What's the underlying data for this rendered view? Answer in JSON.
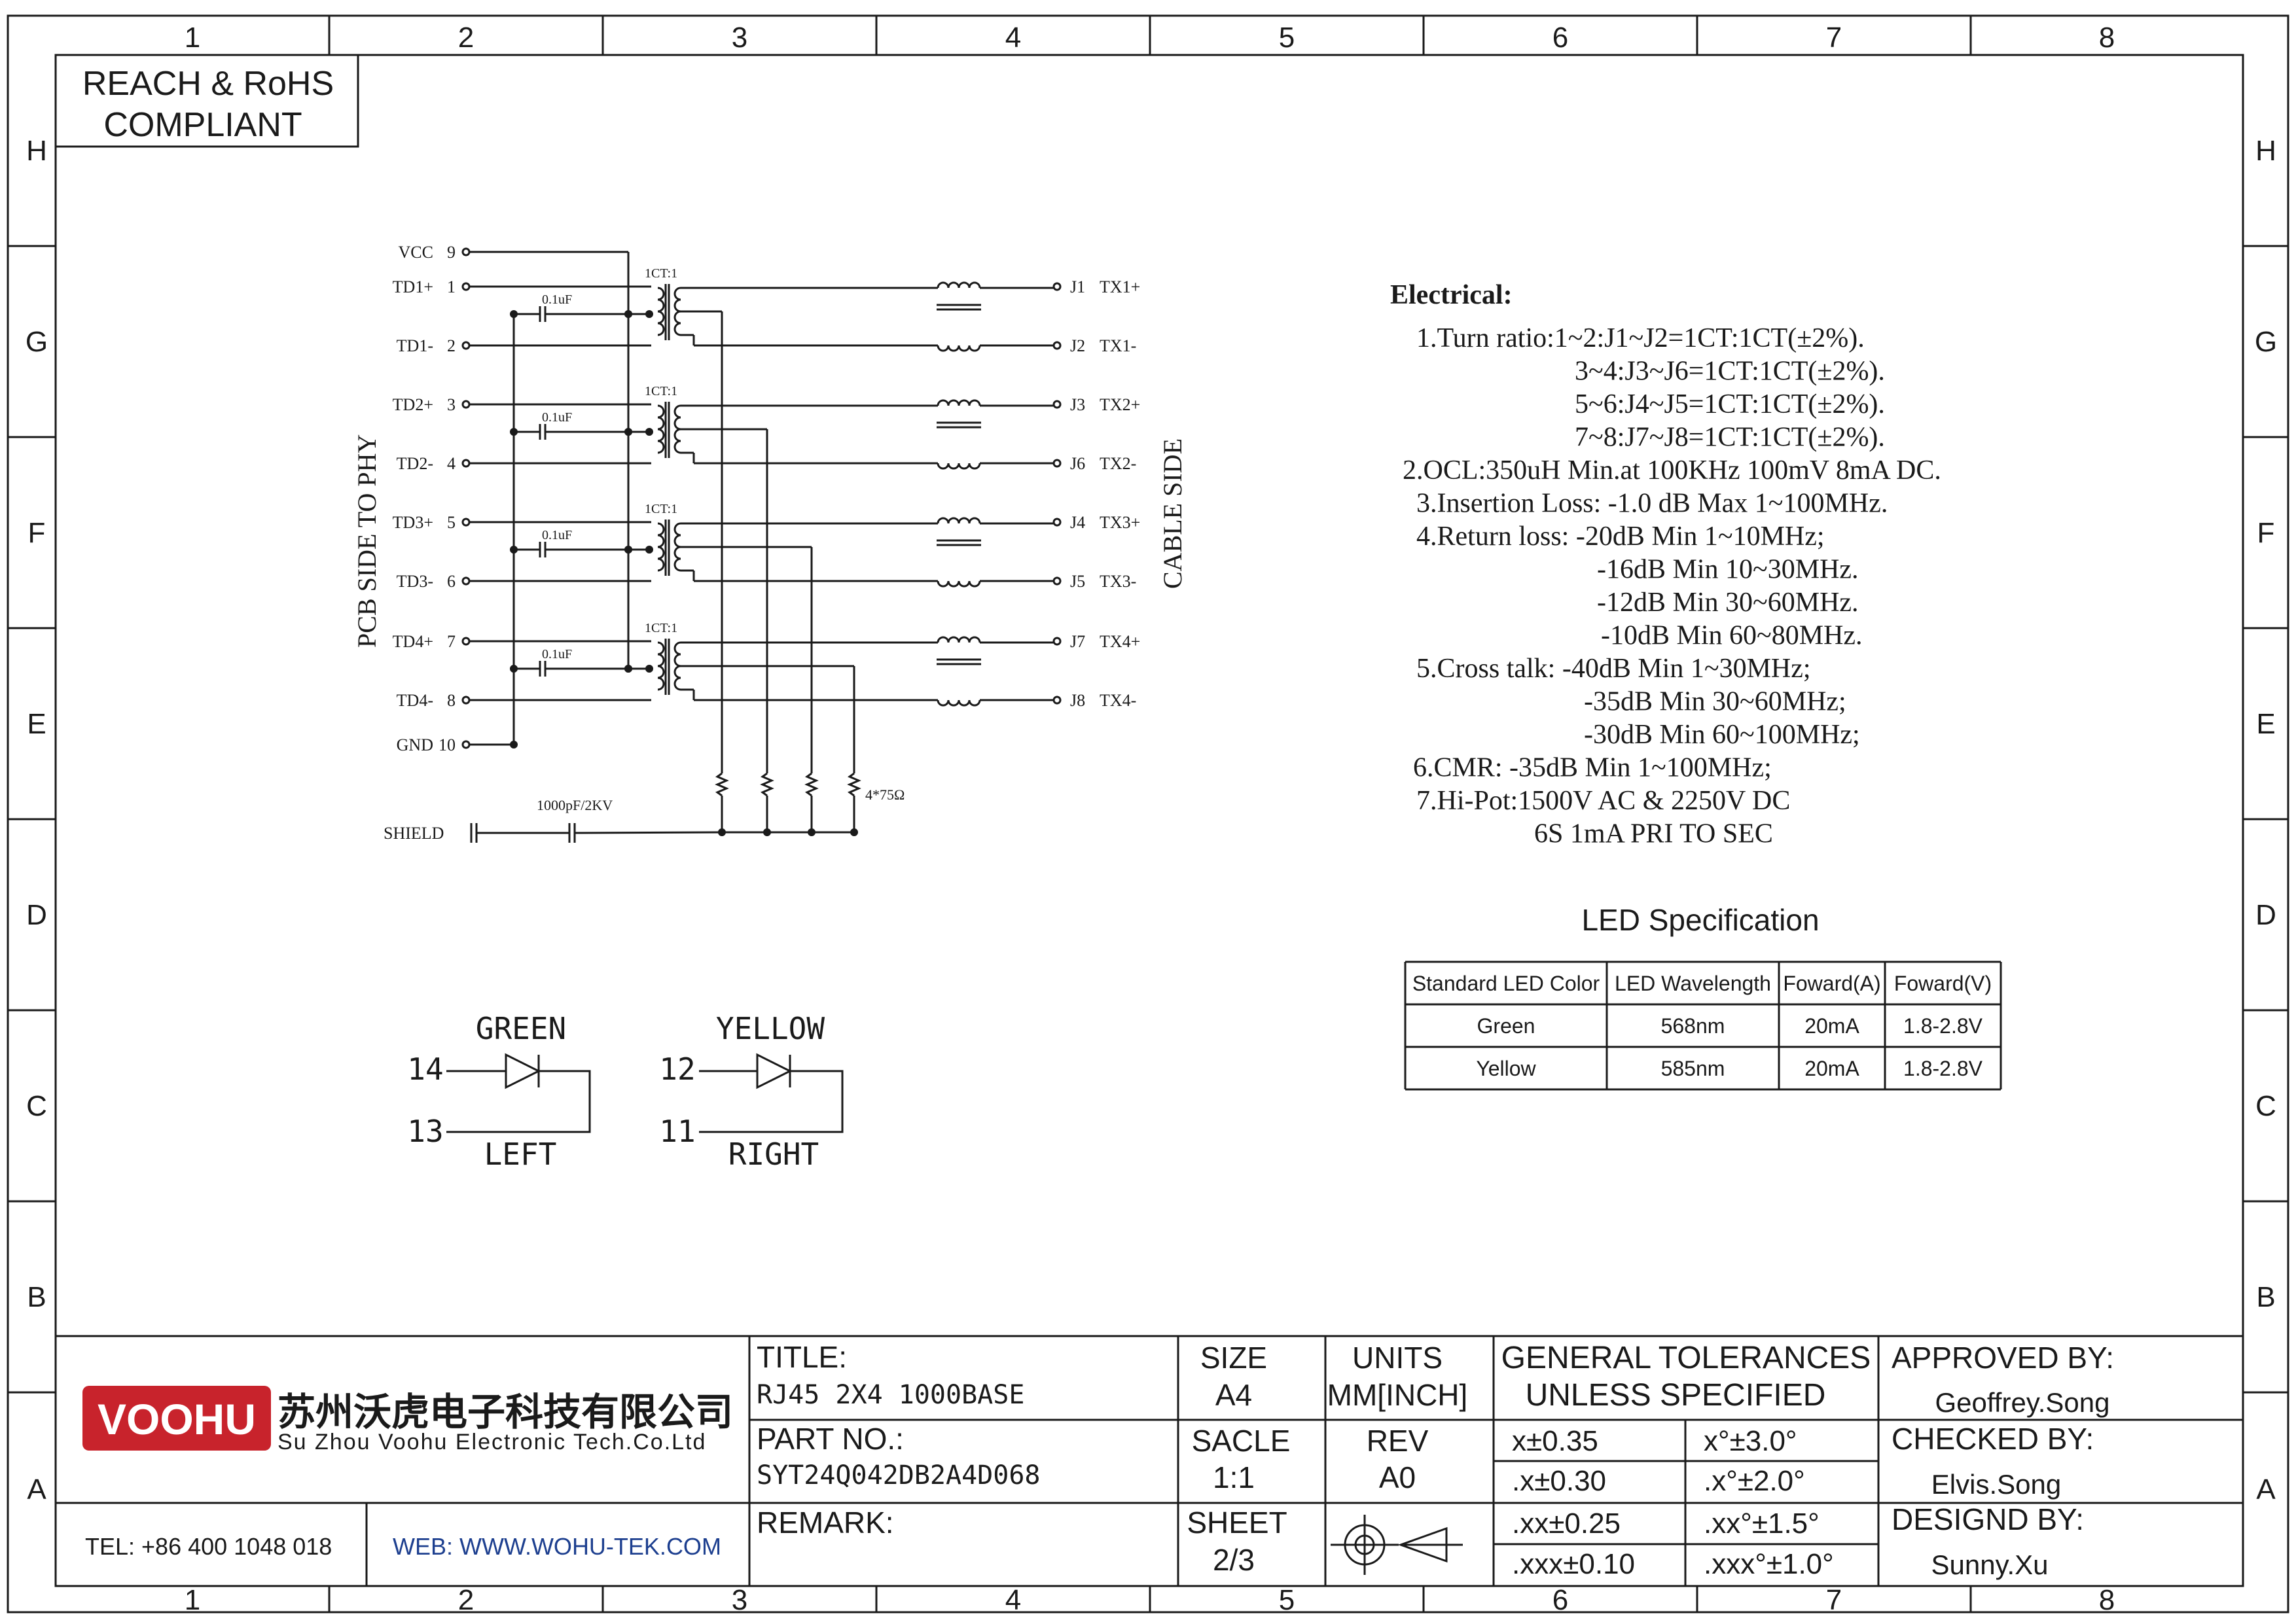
{
  "grid": {
    "columns": [
      "1",
      "2",
      "3",
      "4",
      "5",
      "6",
      "7",
      "8"
    ],
    "rows": [
      "H",
      "G",
      "F",
      "E",
      "D",
      "C",
      "B",
      "A"
    ]
  },
  "compliance": {
    "line1": "REACH & RoHS",
    "line2": "COMPLIANT"
  },
  "schematic": {
    "pcb_side_label": "PCB SIDE TO PHY",
    "cable_side_label": "CABLE SIDE",
    "pins_left": [
      {
        "name": "VCC",
        "num": "9"
      },
      {
        "name": "TD1+",
        "num": "1"
      },
      {
        "name": "TD1-",
        "num": "2"
      },
      {
        "name": "TD2+",
        "num": "3"
      },
      {
        "name": "TD2-",
        "num": "4"
      },
      {
        "name": "TD3+",
        "num": "5"
      },
      {
        "name": "TD3-",
        "num": "6"
      },
      {
        "name": "TD4+",
        "num": "7"
      },
      {
        "name": "TD4-",
        "num": "8"
      },
      {
        "name": "GND",
        "num": "10"
      }
    ],
    "pins_right": [
      {
        "num": "J1",
        "name": "TX1+"
      },
      {
        "num": "J2",
        "name": "TX1-"
      },
      {
        "num": "J3",
        "name": "TX2+"
      },
      {
        "num": "J6",
        "name": "TX2-"
      },
      {
        "num": "J4",
        "name": "TX3+"
      },
      {
        "num": "J5",
        "name": "TX3-"
      },
      {
        "num": "J7",
        "name": "TX4+"
      },
      {
        "num": "J8",
        "name": "TX4-"
      }
    ],
    "cap_label": "0.1uF",
    "ratio_label": "1CT:1",
    "shield_label": "SHIELD",
    "shield_cap_label": "1000pF/2KV",
    "resistor_label": "4*75Ω"
  },
  "leds": {
    "left": {
      "color": "GREEN",
      "pin_a": "14",
      "pin_b": "13",
      "position": "LEFT"
    },
    "right": {
      "color": "YELLOW",
      "pin_a": "12",
      "pin_b": "11",
      "position": "RIGHT"
    }
  },
  "electrical": {
    "title": "Electrical:",
    "lines": [
      "1.Turn ratio:1~2:J1~J2=1CT:1CT(±2%).",
      "3~4:J3~J6=1CT:1CT(±2%).",
      "5~6:J4~J5=1CT:1CT(±2%).",
      "7~8:J7~J8=1CT:1CT(±2%).",
      "2.OCL:350uH Min.at 100KHz 100mV 8mA DC.",
      "3.Insertion Loss: -1.0 dB Max 1~100MHz.",
      "4.Return loss: -20dB Min 1~10MHz;",
      "-16dB Min 10~30MHz.",
      "-12dB Min 30~60MHz.",
      "-10dB Min 60~80MHz.",
      "5.Cross talk: -40dB Min 1~30MHz;",
      "-35dB Min 30~60MHz;",
      "-30dB Min 60~100MHz;",
      "6.CMR: -35dB Min 1~100MHz;",
      "7.Hi-Pot:1500V AC & 2250V DC",
      "6S 1mA PRI TO SEC"
    ]
  },
  "led_spec": {
    "title": "LED Specification",
    "headers": [
      "Standard LED Color",
      "LED Wavelength",
      "Foward(A)",
      "Foward(V)"
    ],
    "rows": [
      [
        "Green",
        "568nm",
        "20mA",
        "1.8-2.8V"
      ],
      [
        "Yellow",
        "585nm",
        "20mA",
        "1.8-2.8V"
      ]
    ]
  },
  "title_block": {
    "logo_text": "VOOHU",
    "company_cn": "苏州沃虎电子科技有限公司",
    "company_en": "Su Zhou Voohu Electronic Tech.Co.Ltd",
    "tel": "TEL: +86 400 1048 018",
    "web": "WEB: WWW.WOHU-TEK.COM",
    "title_label": "TITLE:",
    "title_value": "RJ45 2X4 1000BASE",
    "part_label": "PART NO.:",
    "part_value": "SYT24Q042DB2A4D068",
    "remark_label": "REMARK:",
    "size_label": "SIZE",
    "size_value": "A4",
    "units_label": "UNITS",
    "units_value": "MM[INCH]",
    "scale_label": "SACLE",
    "scale_value": "1:1",
    "rev_label": "REV",
    "rev_value": "A0",
    "sheet_label": "SHEET",
    "sheet_value": "2/3",
    "tol_title1": "GENERAL TOLERANCES",
    "tol_title2": "UNLESS SPECIFIED",
    "tolerances": [
      [
        "x±0.35",
        "x°±3.0°"
      ],
      [
        ".x±0.30",
        ".x°±2.0°"
      ],
      [
        ".xx±0.25",
        ".xx°±1.5°"
      ],
      [
        ".xxx±0.10",
        ".xxx°±1.0°"
      ]
    ],
    "approved_label": "APPROVED BY:",
    "approved_value": "Geoffrey.Song",
    "checked_label": "CHECKED BY:",
    "checked_value": "Elvis.Song",
    "designed_label": "DESIGND BY:",
    "designed_value": "Sunny.Xu",
    "colors": {
      "logo_red": "#c8232c"
    }
  }
}
